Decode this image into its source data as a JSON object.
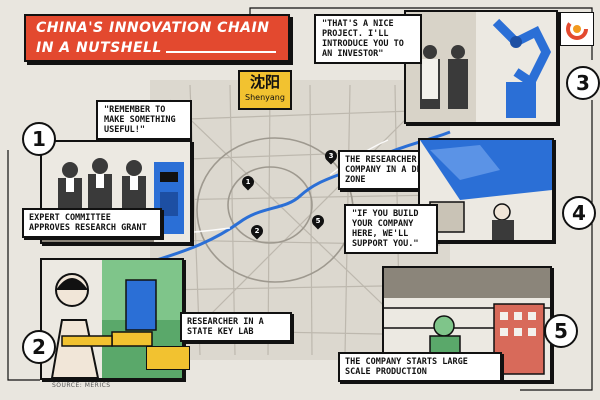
{
  "title": {
    "line1": "CHINA'S INNOVATION CHAIN",
    "line2": "IN A NUTSHELL"
  },
  "city": {
    "chinese": "沈阳",
    "pinyin": "Shenyang"
  },
  "map_pins": [
    "1",
    "2",
    "3",
    "5"
  ],
  "steps": [
    {
      "number": "1",
      "caption": "EXPERT COMMITTEE APPROVES RESEARCH GRANT",
      "quote": "\"REMEMBER TO MAKE SOMETHING USEFUL!\""
    },
    {
      "number": "2",
      "caption": "RESEARCHER IN A STATE KEY LAB"
    },
    {
      "number": "3",
      "caption": "THE RESEARCHER SETS UP A COMPANY IN A DEVELOPMENT ZONE",
      "quote": "\"THAT'S A NICE PROJECT. I'LL INTRODUCE YOU TO AN INVESTOR\""
    },
    {
      "number": "4",
      "quote": "\"IF YOU BUILD YOUR COMPANY HERE, WE'LL SUPPORT YOU.\""
    },
    {
      "number": "5",
      "caption": "THE COMPANY STARTS LARGE SCALE PRODUCTION"
    }
  ],
  "source": "SOURCE: MERICS",
  "colors": {
    "title_red": "#e3492f",
    "accent_blue": "#2b6fd6",
    "city_yellow": "#f2c230",
    "ink": "#111111"
  },
  "icons": {
    "logo": "merics-logo-icon"
  }
}
